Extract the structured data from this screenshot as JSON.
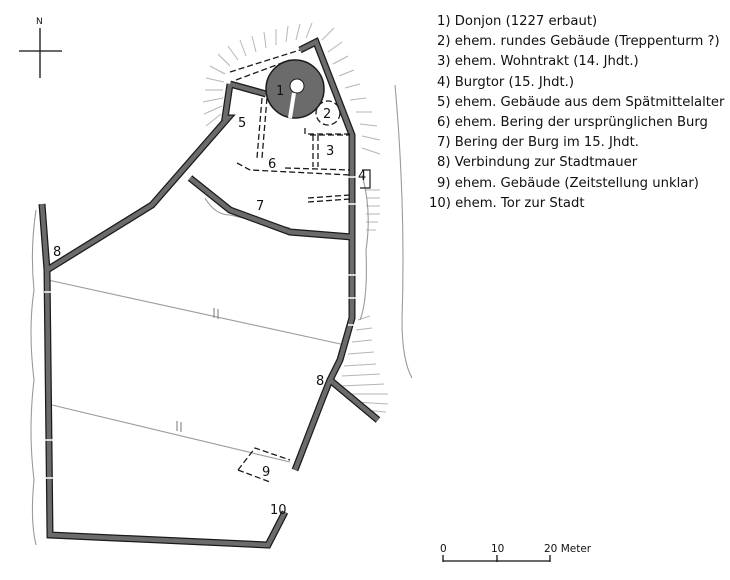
{
  "north_arrow": {
    "label": "N"
  },
  "legend": {
    "items": [
      {
        "label": "1) Donjon (1227 erbaut)"
      },
      {
        "label": "2) ehem. rundes Gebäude (Treppenturm ?)"
      },
      {
        "label": "3) ehem. Wohntrakt (14. Jhdt.)"
      },
      {
        "label": "4) Burgtor (15. Jhdt.)"
      },
      {
        "label": "5) ehem. Gebäude aus dem Spätmittelalter"
      },
      {
        "label": "6) ehem. Bering der ursprünglichen Burg"
      },
      {
        "label": "7) Bering der Burg im 15. Jhdt."
      },
      {
        "label": "8) Verbindung zur Stadtmauer"
      },
      {
        "label": "9) ehem. Gebäude (Zeitstellung unklar)"
      },
      {
        "label": "10) ehem. Tor zur Stadt"
      }
    ]
  },
  "map_labels": {
    "l1": "1",
    "l2": "2",
    "l3": "3",
    "l4": "4",
    "l5": "5",
    "l6": "6",
    "l7": "7",
    "l8a": "8",
    "l8b": "8",
    "l9": "9",
    "l10": "10"
  },
  "scale_bar": {
    "tick0": "0",
    "tick1": "10",
    "tick2": "20 Meter"
  },
  "colors": {
    "wall": "#6b6b6b",
    "outline": "#1a1a1a",
    "terrain": "#9a9a9a",
    "hatch": "#b0b0b0"
  }
}
